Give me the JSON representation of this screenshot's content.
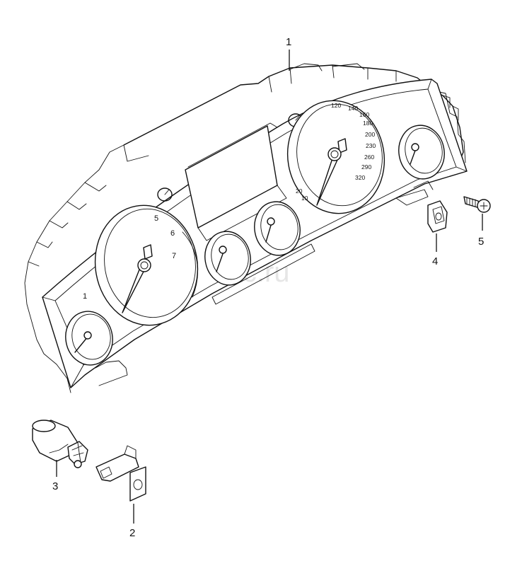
{
  "watermark": "vagtec.ru",
  "callouts": [
    {
      "id": "1",
      "label": "1"
    },
    {
      "id": "2",
      "label": "2"
    },
    {
      "id": "3",
      "label": "3"
    },
    {
      "id": "4",
      "label": "4"
    },
    {
      "id": "5",
      "label": "5"
    }
  ],
  "tachometer": {
    "numbers": [
      "1",
      "5",
      "6",
      "7"
    ]
  },
  "speedometer": {
    "numbers": [
      "20",
      "10",
      "120",
      "140",
      "160",
      "180",
      "200",
      "230",
      "260",
      "290",
      "320"
    ]
  }
}
